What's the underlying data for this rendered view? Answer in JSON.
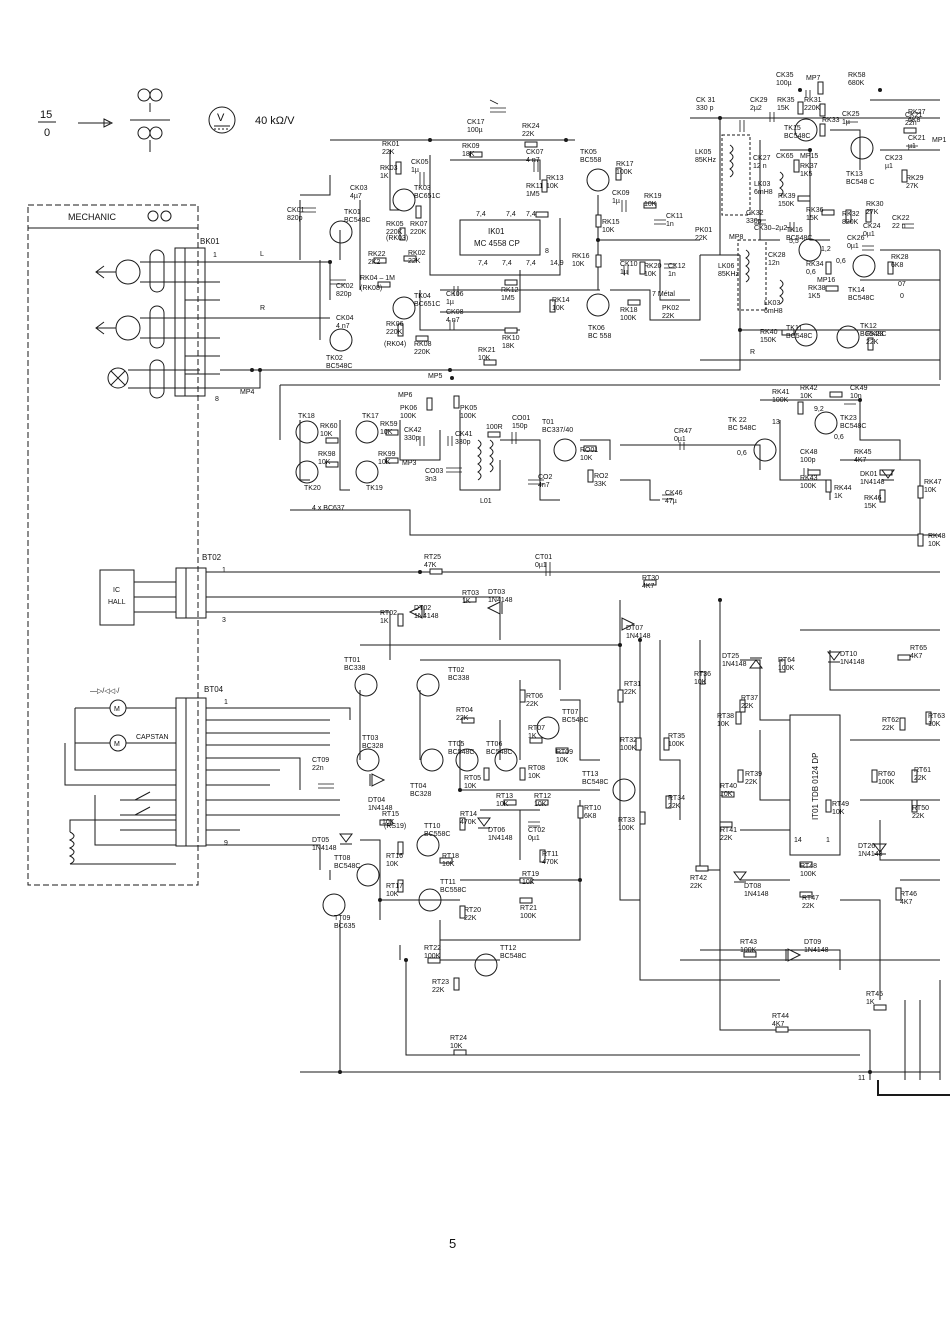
{
  "header": {
    "fraction_top": "15",
    "fraction_bottom": "0",
    "meter_symbol": "V",
    "sensitivity": "40 kΩ/V"
  },
  "blocks": {
    "mechanic": "MECHANIC",
    "ic_hall_1": "IC",
    "ic_hall_2": "HALL",
    "capstan": "CAPSTAN",
    "bk01": "BK01",
    "bt02": "BT02",
    "bt04": "BT04",
    "ik01_1": "IK01",
    "ik01_2": "MC 4558 CP",
    "it01": "IT01  TDB 0124 DP",
    "four_bc637": "4 x BC637",
    "motor_sym": "M",
    "dir_symbols": "—▷/◁◁·/"
  },
  "pins": {
    "bk01_1": "1",
    "bk01_8": "8",
    "bt02_1": "1",
    "bt02_3": "3",
    "bt04_1": "1",
    "bt04_9": "9",
    "it01_14": "14",
    "it01_1": "1",
    "ik01_8": "8",
    "edge_11": "11",
    "line_l": "L",
    "line_r": "R",
    "line_r2": "R"
  },
  "nodes": {
    "mp4": "MP4",
    "mp5": "MP5",
    "mp6": "MP6",
    "mp3": "MP3",
    "mp7": "MP7",
    "mp8": "MP8",
    "mp15": "MP15",
    "mp16": "MP16",
    "mp1": "MP1",
    "v74a": "7,4",
    "v74b": "7,4",
    "v74c": "7,4",
    "v74d": "7,4",
    "v74e": "7,4",
    "v74f": "7,4",
    "v149": "14,9",
    "v55": "5,5",
    "v12": "1,2",
    "v06": "0,6",
    "v06b": "0,6",
    "v92": "9,2",
    "v06c": "0,6",
    "v06d": "0,6",
    "v13": "13",
    "v07": "07",
    "v0": "0",
    "metal": "7 Métal"
  },
  "components": {
    "ck01": [
      "CK01",
      "820p"
    ],
    "ck02": [
      "CK02",
      "820p"
    ],
    "ck03": [
      "CK03",
      "4µ7"
    ],
    "ck04": [
      "CK04",
      "4 n7"
    ],
    "ck05": [
      "CK05",
      "1µ"
    ],
    "ck06": [
      "CK06",
      "1µ"
    ],
    "ck07": [
      "CK07",
      "4 n7"
    ],
    "ck08": [
      "CK08",
      "4 n7"
    ],
    "ck09": [
      "CK09",
      "1µ"
    ],
    "ck10": [
      "CK10",
      "1µ"
    ],
    "ck11": [
      "CK11",
      "1n"
    ],
    "ck12": [
      "CK12",
      "1n"
    ],
    "ck17": [
      "CK17",
      "100µ"
    ],
    "ck41": [
      "CK41",
      "330p"
    ],
    "ck42": [
      "CK42",
      "330p"
    ],
    "ck46": [
      "CK46",
      "47µ"
    ],
    "ck47": [
      "CR47",
      "0µ1"
    ],
    "ck48": [
      "CK48",
      "100p"
    ],
    "ck49": [
      "CK49",
      "10n"
    ],
    "co03": [
      "CO03",
      "3n3"
    ],
    "co01": [
      "CO01",
      "150p"
    ],
    "co2": [
      "CO2",
      "4n7"
    ],
    "ck31": [
      "CK 31",
      "330 p"
    ],
    "ck29": [
      "CK29",
      "2µ2"
    ],
    "ck35": [
      "CK35",
      "100µ"
    ],
    "ck25": [
      "CK25",
      "1µ"
    ],
    "ck27": [
      "CK27",
      "12 n"
    ],
    "ck65": [
      "CK65"
    ],
    "ck32": [
      "CK32",
      "330p"
    ],
    "ck30": [
      "CK30–2µ2"
    ],
    "ck28": [
      "CK28",
      "12n"
    ],
    "ck26": [
      "CK26",
      "0µ1"
    ],
    "ck24": [
      "CK24",
      "0µ1"
    ],
    "ck21": [
      "CK21",
      "µ1"
    ],
    "ck23": [
      "CK23",
      "µ1"
    ],
    "ck22": [
      "CK22",
      "22 n"
    ],
    "ck21b": [
      "CK21",
      "22n"
    ],
    "rk01": [
      "RK01",
      "22K"
    ],
    "rk03": [
      "RK03",
      "1K"
    ],
    "rk05": [
      "RK05",
      "220K"
    ],
    "rk07": [
      "RK07",
      "220K"
    ],
    "rk03b": [
      "(RK03)"
    ],
    "rk02": [
      "RK02",
      "22K"
    ],
    "rk22": [
      "RK22",
      "2K2"
    ],
    "rk04": [
      "RK04 – 1M"
    ],
    "rk08b": [
      "(RK08)"
    ],
    "rk06": [
      "RK06",
      "220K"
    ],
    "rk04b": [
      "(RK04)"
    ],
    "rk08": [
      "RK08",
      "220K"
    ],
    "rk09": [
      "RK09",
      "18K"
    ],
    "rk24": [
      "RK24",
      "22K"
    ],
    "rk13": [
      "RK13",
      "10K"
    ],
    "rk11": [
      "RK11",
      "1M5"
    ],
    "rk12": [
      "RK12",
      "1M5"
    ],
    "rk10": [
      "RK10",
      "18K"
    ],
    "rk14": [
      "RK14",
      "10K"
    ],
    "rk21": [
      "RK21",
      "10K"
    ],
    "rk16": [
      "RK16",
      "10K"
    ],
    "rk15": [
      "RK15",
      "10K"
    ],
    "rk17": [
      "RK17",
      "100K"
    ],
    "rk18": [
      "RK18",
      "100K"
    ],
    "rk19": [
      "RK19",
      "10K"
    ],
    "rk20": [
      "RK20",
      "10K"
    ],
    "pk01": [
      "PK01",
      "22K"
    ],
    "pk02": [
      "PK02",
      "22K"
    ],
    "rk60": [
      "RK60",
      "10K"
    ],
    "rk98": [
      "RK98",
      "10K"
    ],
    "rk59": [
      "RK59",
      "10K"
    ],
    "rk99": [
      "RK99",
      "10K"
    ],
    "pk06": [
      "PK06",
      "100K"
    ],
    "pk05": [
      "PK05",
      "100K"
    ],
    "r100": [
      "100R"
    ],
    "ro01": [
      "RO01",
      "10K"
    ],
    "ro02": [
      "RO2",
      "33K"
    ],
    "rk58": [
      "RK58",
      "680K"
    ],
    "rk35": [
      "RK35",
      "15K"
    ],
    "rk31": [
      "RK31",
      "220K"
    ],
    "rk33": [
      "RK33"
    ],
    "rk37": [
      "RK37",
      "1K5"
    ],
    "rk39": [
      "RK39",
      "150K"
    ],
    "rk36": [
      "RK36",
      "15K"
    ],
    "rk32": [
      "RK32",
      "820K"
    ],
    "rk30": [
      "RK30",
      "27K"
    ],
    "rk34": [
      "RK34",
      "0,6"
    ],
    "rk38": [
      "RK38",
      "1K5"
    ],
    "rk27": [
      "RK27",
      "6K8"
    ],
    "rk29": [
      "RK29",
      "27K"
    ],
    "rk28": [
      "RK28",
      "6K8"
    ],
    "rk40": [
      "RK40",
      "150K"
    ],
    "rk23": [
      "RK23",
      "22K"
    ],
    "rk41": [
      "RK41",
      "100K"
    ],
    "rk42": [
      "RK42",
      "10K"
    ],
    "rk43": [
      "RK43",
      "100K"
    ],
    "rk44": [
      "RK44",
      "1K"
    ],
    "rk45": [
      "RK45",
      "4K7"
    ],
    "rk46": [
      "RK46",
      "15K"
    ],
    "rk47": [
      "RK47",
      "10K"
    ],
    "rk48": [
      "RK48",
      "10K"
    ],
    "lk05": [
      "LK05",
      "85KHz"
    ],
    "lk03": [
      "LK03",
      "6mH8"
    ],
    "lk06": [
      "LK06",
      "85KHz"
    ],
    "lk03b": [
      "LK03",
      "6mH8"
    ],
    "l01": [
      "L01"
    ],
    "dk01": [
      "DK01",
      "1N4148"
    ],
    "tk01": [
      "TK01",
      "BC548C"
    ],
    "tk02": [
      "TK02",
      "BC548C"
    ],
    "tk03": [
      "TK03",
      "BC651C"
    ],
    "tk04": [
      "TK04",
      "BC651C"
    ],
    "tk05": [
      "TK05",
      "BC558"
    ],
    "tk06": [
      "TK06",
      "BC 558"
    ],
    "tk18": [
      "TK18"
    ],
    "tk20": [
      "TK20"
    ],
    "tk17": [
      "TK17"
    ],
    "tk19": [
      "TK19"
    ],
    "to1": [
      "T01",
      "BC337/40"
    ],
    "tk22": [
      "TK 22",
      "BC 548C"
    ],
    "tk23": [
      "TK23",
      "BC548C"
    ],
    "tk15": [
      "TK15",
      "BC548C"
    ],
    "tk13": [
      "TK13",
      "BC548 C"
    ],
    "tk16": [
      "TK16",
      "BC548C"
    ],
    "tk14": [
      "TK14",
      "BC548C"
    ],
    "tk11": [
      "TK11",
      "BC548C"
    ],
    "tk12": [
      "TK12",
      "BC548C"
    ],
    "rt25": [
      "RT25",
      "47K"
    ],
    "ct01": [
      "CT01",
      "0µ1"
    ],
    "rt30": [
      "RT30",
      "4K7"
    ],
    "rt03": [
      "RT03",
      "1K"
    ],
    "dt03": [
      "DT03",
      "1N4148"
    ],
    "rt02": [
      "RT02",
      "1K"
    ],
    "dt02": [
      "DT02",
      "1N4148"
    ],
    "dt07": [
      "DT07",
      "1N4148"
    ],
    "dt25": [
      "DT25",
      "1N4148"
    ],
    "rt64": [
      "RT64",
      "100K"
    ],
    "dt10": [
      "DT10",
      "1N4148"
    ],
    "rt65": [
      "RT65",
      "4K7"
    ],
    "tt01": [
      "TT01",
      "BC338"
    ],
    "tt02": [
      "TT02",
      "BC338"
    ],
    "rt06": [
      "RT06",
      "22K"
    ],
    "tt07": [
      "TT07",
      "BC548C"
    ],
    "rt31": [
      "RT31",
      "22K"
    ],
    "rt36": [
      "RT36",
      "10K"
    ],
    "rt37": [
      "RT37",
      "22K"
    ],
    "rt38": [
      "RT38",
      "10K"
    ],
    "rt62": [
      "RT62",
      "22K"
    ],
    "rt63": [
      "RT63",
      "10K"
    ],
    "rt04": [
      "RT04",
      "22K"
    ],
    "tt03": [
      "TT03",
      "BC328"
    ],
    "tt05": [
      "TT05",
      "BC548C"
    ],
    "tt06": [
      "TT06",
      "BC548C"
    ],
    "rt07": [
      "RT07",
      "1K"
    ],
    "rt09": [
      "RT09",
      "10K"
    ],
    "rt32": [
      "RT32",
      "100K"
    ],
    "rt35": [
      "RT35",
      "100K"
    ],
    "ct09": [
      "CT09",
      "22n"
    ],
    "tt04": [
      "TT04",
      "BC328"
    ],
    "rt05": [
      "RT05",
      "10K"
    ],
    "rt08": [
      "RT08",
      "10K"
    ],
    "tt13": [
      "TT13",
      "BC548C"
    ],
    "rt39": [
      "RT39",
      "22K"
    ],
    "rt60": [
      "RT60",
      "100K"
    ],
    "rt61": [
      "RT61",
      "22K"
    ],
    "dt04": [
      "DT04",
      "1N4148"
    ],
    "rt13": [
      "RT13",
      "10K"
    ],
    "rt12": [
      "RT12",
      "10K"
    ],
    "rt10": [
      "RT10",
      "6K8"
    ],
    "rt40": [
      "RT40",
      "10K"
    ],
    "rt49": [
      "RT49",
      "10K"
    ],
    "rt50": [
      "RT50",
      "22K"
    ],
    "rt15": [
      "RT15",
      "10K"
    ],
    "rs19": [
      "(RS19)"
    ],
    "rt16": [
      "RT16",
      "10K"
    ],
    "tt10": [
      "TT10",
      "BC558C"
    ],
    "rt14": [
      "RT14",
      "470K"
    ],
    "dt06": [
      "DT06",
      "1N4148"
    ],
    "ct02": [
      "CT02",
      "0µ1"
    ],
    "rt33": [
      "RT33",
      "100K"
    ],
    "rt34": [
      "RT34",
      "22K"
    ],
    "rt41": [
      "RT41",
      "22K"
    ],
    "dt05": [
      "DT05",
      "1N4148"
    ],
    "tt08": [
      "TT08",
      "BC548C"
    ],
    "rt18": [
      "RT18",
      "10K"
    ],
    "rt11": [
      "RT11",
      "470K"
    ],
    "rt48": [
      "RT48",
      "100K"
    ],
    "dt26": [
      "DT26",
      "1N4148"
    ],
    "rt17": [
      "RT17",
      "10K"
    ],
    "tt11": [
      "TT11",
      "BC558C"
    ],
    "rt19": [
      "RT19",
      "10K"
    ],
    "rt42": [
      "RT42",
      "22K"
    ],
    "dt08": [
      "DT08",
      "1N4148"
    ],
    "rt47": [
      "RT47",
      "22K"
    ],
    "rt46": [
      "RT46",
      "4K7"
    ],
    "tt09": [
      "TT09",
      "BC635"
    ],
    "rt20": [
      "RT20",
      "22K"
    ],
    "rt21": [
      "RT21",
      "100K"
    ],
    "rt22": [
      "RT22",
      "100K"
    ],
    "tt12": [
      "TT12",
      "BC548C"
    ],
    "rt43": [
      "RT43",
      "100K"
    ],
    "dt09": [
      "DT09",
      "1N4148"
    ],
    "rt23": [
      "RT23",
      "22K"
    ],
    "rt45": [
      "RT45",
      "1K"
    ],
    "rt44": [
      "RT44",
      "4K7"
    ],
    "rt24": [
      "RT24",
      "10K"
    ]
  },
  "footer": {
    "page_number": "5"
  }
}
